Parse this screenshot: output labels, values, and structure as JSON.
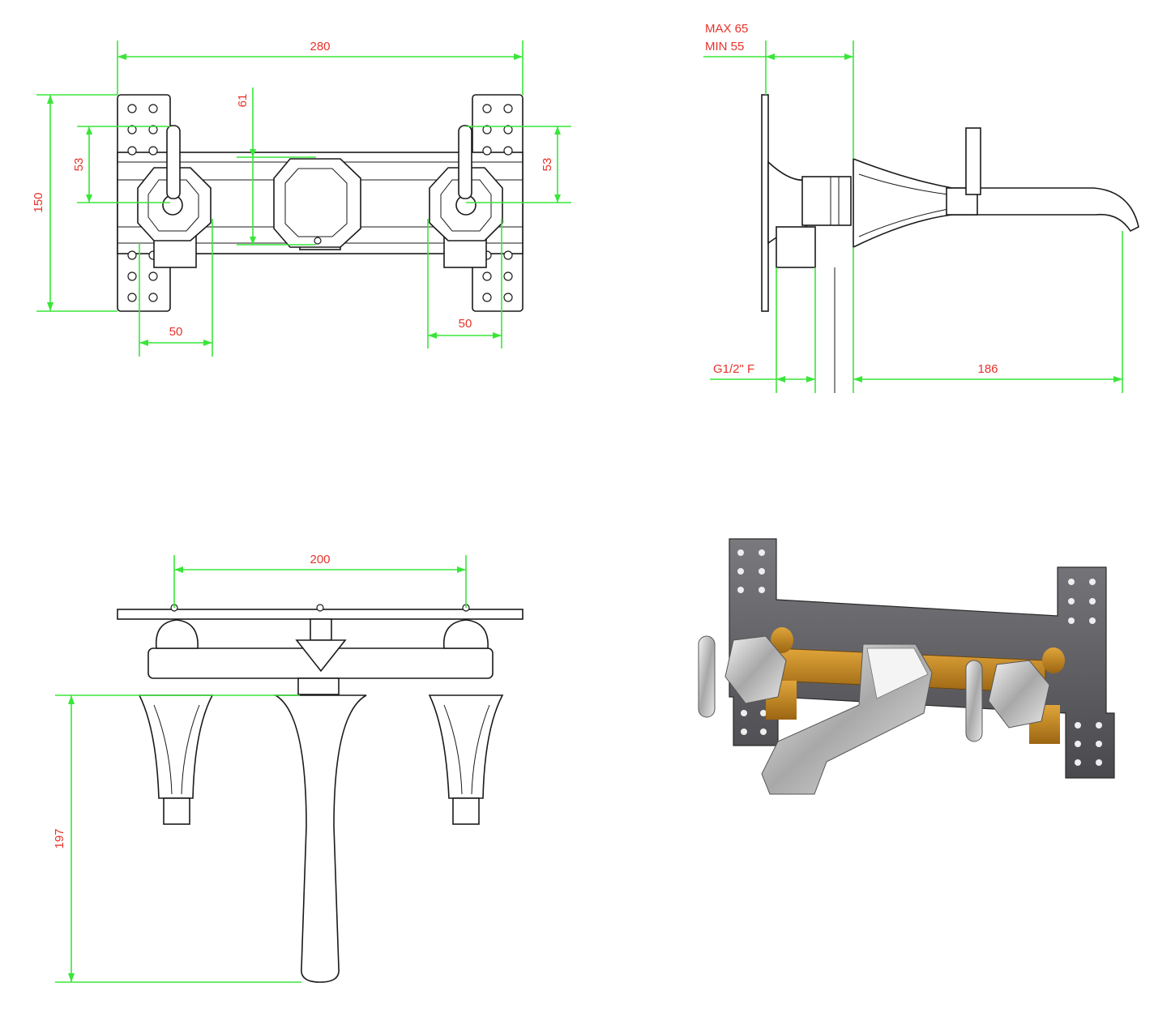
{
  "colors": {
    "dimension_line": "#39e639",
    "dimension_text": "#e8322a",
    "outline": "#1a1a1a",
    "plate_render": "#5e5e62",
    "brass_render": "#c98a1e",
    "chrome_render": "#d9d9d9"
  },
  "front_view": {
    "dim_width": "280",
    "dim_height": "150",
    "dim_handle_left": "53",
    "dim_handle_right": "53",
    "dim_center": "61",
    "dim_offset_left": "50",
    "dim_offset_right": "50"
  },
  "side_view": {
    "dim_max": "MAX 65",
    "dim_min": "MIN 55",
    "dim_thread": "G1/2\" F",
    "dim_projection": "186"
  },
  "top_view": {
    "dim_spacing": "200",
    "dim_length": "197"
  },
  "render_view": {}
}
